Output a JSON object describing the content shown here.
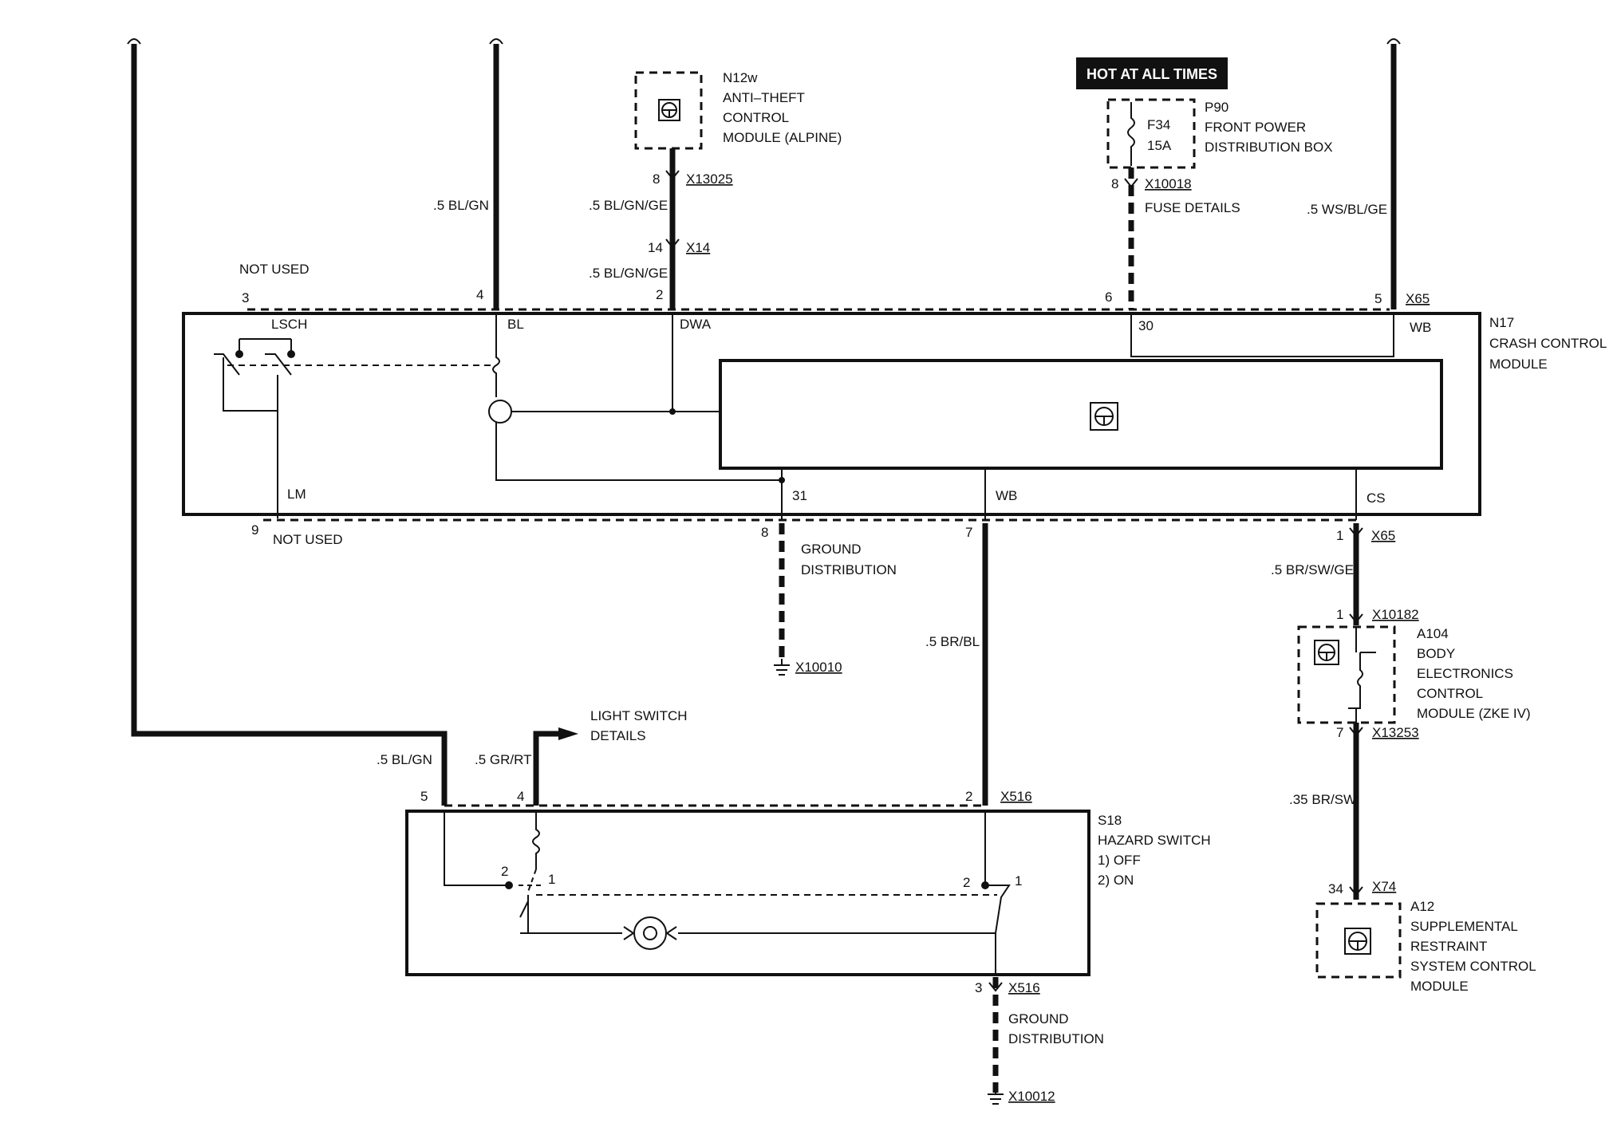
{
  "hot_label": "HOT AT ALL TIMES",
  "n12w": {
    "id": "N12w",
    "l1": "ANTI–THEFT",
    "l2": "CONTROL",
    "l3": "MODULE (ALPINE)",
    "pin": "8",
    "conn": "X13025"
  },
  "p90": {
    "id": "P90",
    "l1": "FRONT POWER",
    "l2": "DISTRIBUTION BOX",
    "fuse": "F34",
    "amps": "15A",
    "pin": "8",
    "conn": "X10018",
    "details": "FUSE DETAILS"
  },
  "wires": {
    "bl_gn": ".5 BL/GN",
    "bl_gn_ge": ".5 BL/GN/GE",
    "ws_bl_ge": ".5 WS/BL/GE",
    "br_bl": ".5 BR/BL",
    "br_sw_ge": ".5 BR/SW/GE",
    "br_sw": ".35 BR/SW",
    "gr_rt": ".5 GR/RT"
  },
  "x14": {
    "pin": "14",
    "conn": "X14"
  },
  "n17": {
    "id": "N17",
    "l1": "CRASH CONTROL",
    "l2": "MODULE",
    "not_used": "NOT USED",
    "pins": {
      "p3": "3",
      "p4": "4",
      "p2": "2",
      "p6": "6",
      "p5": "5",
      "p9": "9",
      "p8": "8",
      "p7": "7",
      "p1": "1"
    },
    "conn": "X65",
    "terms": {
      "lsch": "LSCH",
      "bl": "BL",
      "dwa": "DWA",
      "t30": "30",
      "wb_top": "WB",
      "lm": "LM",
      "t31": "31",
      "wb_bot": "WB",
      "cs": "CS"
    }
  },
  "ground1": {
    "l1": "GROUND",
    "l2": "DISTRIBUTION",
    "conn": "X10010"
  },
  "a104": {
    "id": "A104",
    "l1": "BODY",
    "l2": "ELECTRONICS",
    "l3": "CONTROL",
    "l4": "MODULE (ZKE IV)",
    "pin_top": "1",
    "conn_top": "X10182",
    "pin_bot": "7",
    "conn_bot": "X13253"
  },
  "a12": {
    "id": "A12",
    "l1": "SUPPLEMENTAL",
    "l2": "RESTRAINT",
    "l3": "SYSTEM CONTROL",
    "l4": "MODULE",
    "pin": "34",
    "conn": "X74"
  },
  "light_switch": {
    "l1": "LIGHT SWITCH",
    "l2": "DETAILS"
  },
  "s18": {
    "id": "S18",
    "l1": "HAZARD SWITCH",
    "l2": "1)   OFF",
    "l3": "2)   ON",
    "conn": "X516",
    "pins": {
      "p5": "5",
      "p4": "4",
      "p2": "2",
      "p3": "3"
    },
    "sw1_2": "2",
    "sw1_1": "1",
    "sw2_2": "2",
    "sw2_1": "1"
  },
  "ground2": {
    "l1": "GROUND",
    "l2": "DISTRIBUTION",
    "pin": "3",
    "conn_top": "X516",
    "conn": "X10012"
  }
}
